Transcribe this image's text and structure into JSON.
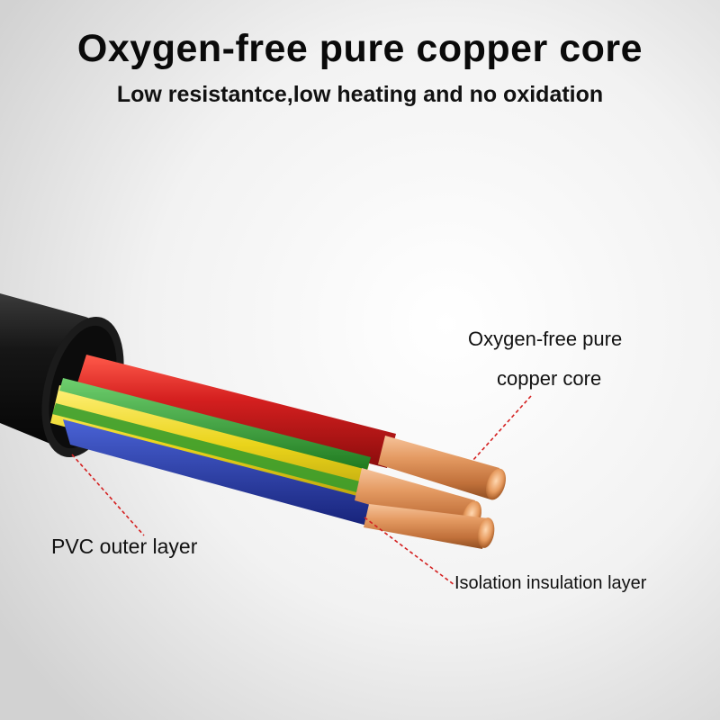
{
  "header": {
    "title": "Oxygen-free pure copper core",
    "subtitle": "Low resistantce,low heating and no oxidation"
  },
  "callouts": {
    "core_line1": "Oxygen-free pure",
    "core_line2": "copper core",
    "pvc": "PVC outer layer",
    "insulation": "Isolation insulation layer"
  },
  "colors": {
    "pvc_jacket": "#111111",
    "wire_red": "#d41f1f",
    "wire_green": "#2e9a2e",
    "wire_yellow": "#e8d21a",
    "wire_blue": "#2338a8",
    "copper": "#d9874c",
    "leader_line": "#d42020"
  }
}
